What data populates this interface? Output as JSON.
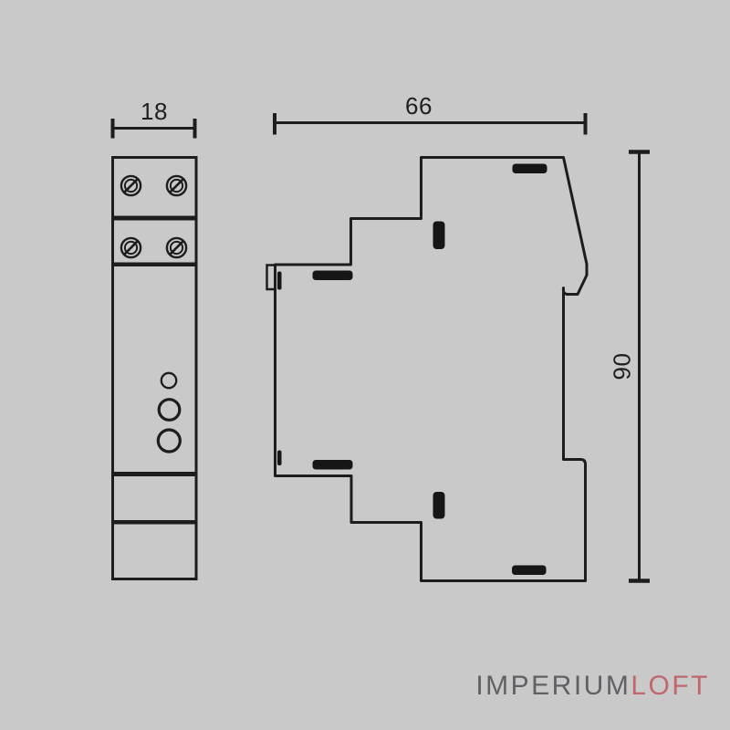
{
  "drawing": {
    "type": "technical-dimension-drawing",
    "subject": "DIN-rail module, front and side views"
  },
  "dimensions": {
    "front_width_label": "18",
    "side_depth_label": "66",
    "side_height_label": "90"
  },
  "logo": {
    "imperium": "IMPERIUM",
    "loft": "LOFT"
  },
  "colors": {
    "background": "#c9c9c9",
    "line": "#1d1d1d",
    "logo_gray": "#616165",
    "logo_accent": "#bf676d"
  },
  "icons": {
    "screw": "screw-terminal-icon",
    "led": "led-indicator-icon",
    "vent": "vent-slot-mark"
  }
}
